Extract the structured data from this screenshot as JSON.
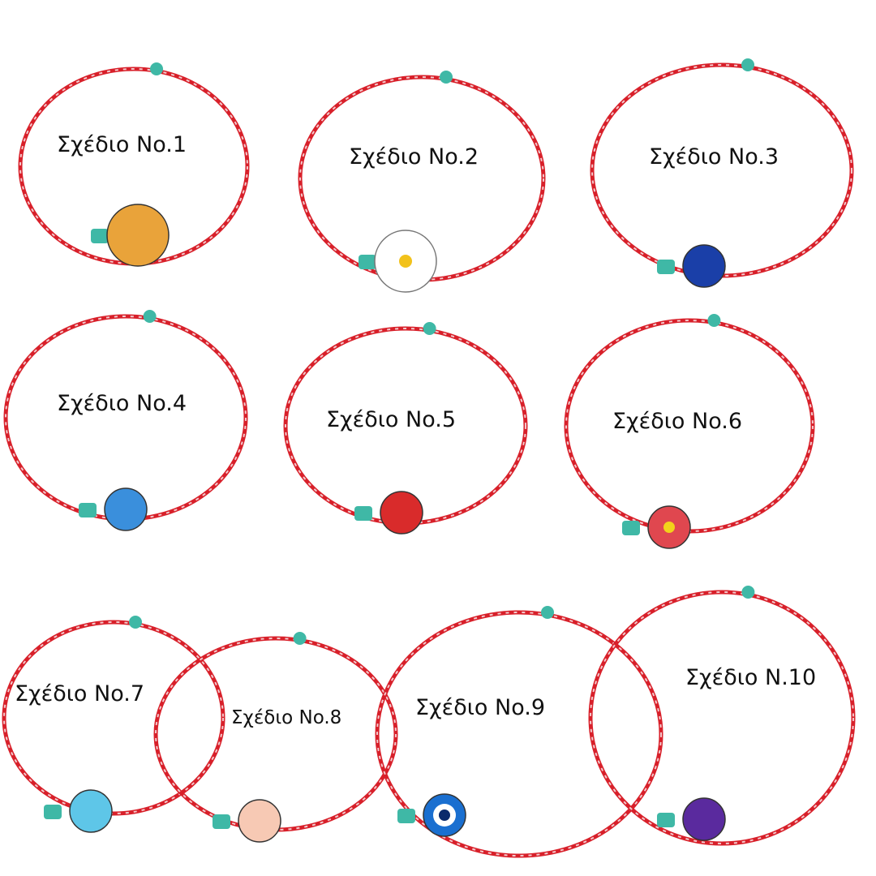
{
  "labels": [
    "Σχέδιο No.1",
    "Σχέδιο No.2",
    "Σχέδιο No.3",
    "Σχέδιο No.4",
    "Σχέδιο No.5",
    "Σχέδιο No.6",
    "Σχέδιο No.7",
    "Σχέδιο No.8",
    "Σχέδιο No.9",
    "Σχέδιο N.10"
  ],
  "charms": [
    "rainbow-hexagon",
    "daisy",
    "paw",
    "smiley",
    "apple",
    "flower",
    "blue-gummy-bear",
    "pink-gummy-bear",
    "evil-eye",
    "heart"
  ],
  "colors": {
    "cord": "#d8202a",
    "cord_light": "#f3c9cc",
    "bead": "#3fb8a6"
  }
}
